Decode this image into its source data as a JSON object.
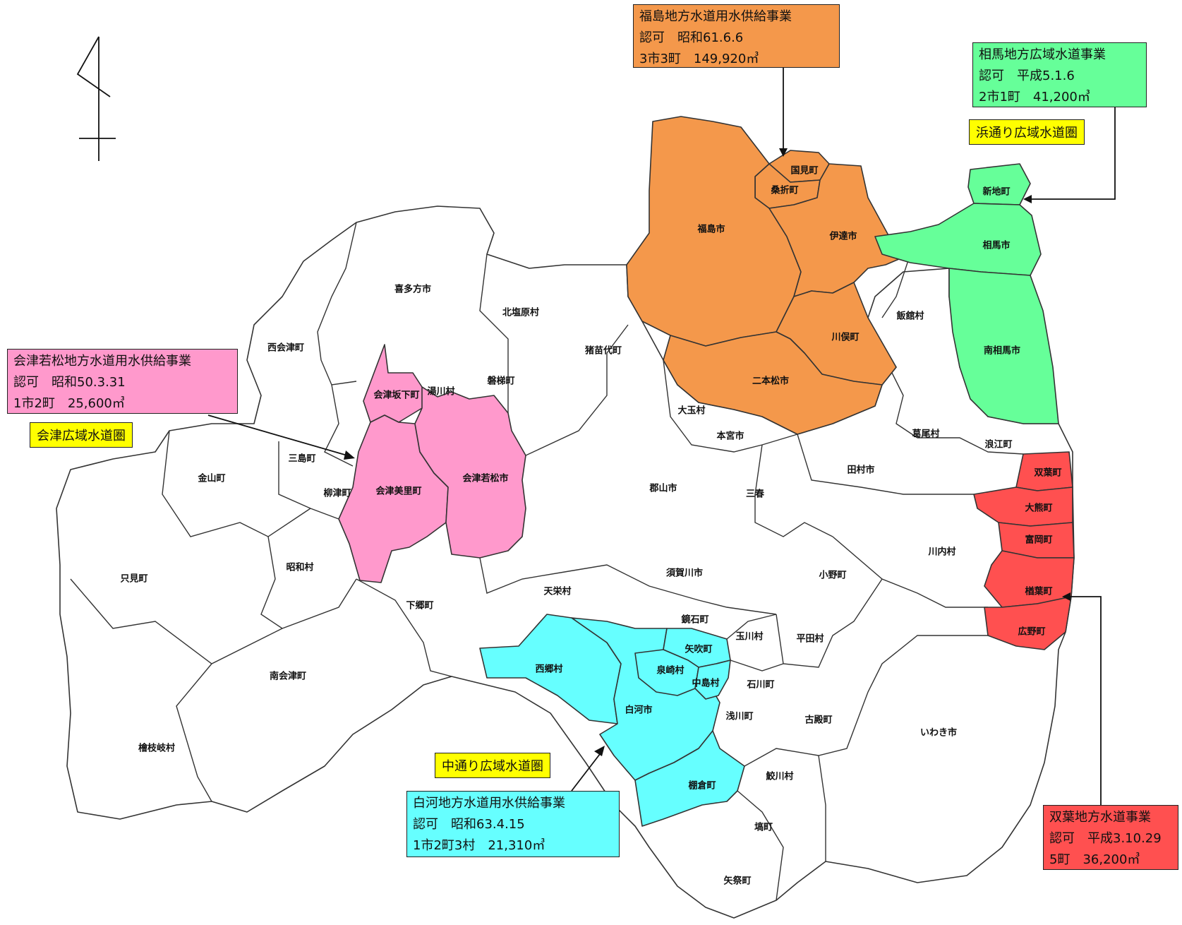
{
  "colors": {
    "fukushima": "#f4984b",
    "soma": "#66ff99",
    "aizu": "#ff99cc",
    "shirakawa": "#66ffff",
    "futaba": "#ff5050",
    "other": "#ffffff",
    "region_label": "#ffff00"
  },
  "compass_icon": "north-arrow-icon",
  "supply_projects": {
    "fukushima": {
      "name": "福島地方水道用水供給事業",
      "approval": "認可　昭和61.6.6",
      "scale": "3市3町　149,920㎥"
    },
    "soma": {
      "name": "相馬地方広域水道事業",
      "approval": "認可　平成5.1.6",
      "scale": "2市1町　41,200㎥"
    },
    "aizu": {
      "name": "会津若松地方水道用水供給事業",
      "approval": "認可　昭和50.3.31",
      "scale": "1市2町　25,600㎥"
    },
    "shirakawa": {
      "name": "白河地方水道用水供給事業",
      "approval": "認可　昭和63.4.15",
      "scale": "1市2町3村　21,310㎥"
    },
    "futaba": {
      "name": "双葉地方水道事業",
      "approval": "認可　平成3.10.29",
      "scale": "5町　36,200㎥"
    }
  },
  "regions": {
    "hamadori": "浜通り広域水道圏",
    "aizu": "会津広域水道圏",
    "nakadori": "中通り広域水道圏"
  },
  "municipalities": [
    {
      "name": "国見町",
      "group": "fukushima"
    },
    {
      "name": "桑折町",
      "group": "fukushima"
    },
    {
      "name": "福島市",
      "group": "fukushima"
    },
    {
      "name": "伊達市",
      "group": "fukushima"
    },
    {
      "name": "川俣町",
      "group": "fukushima"
    },
    {
      "name": "二本松市",
      "group": "fukushima"
    },
    {
      "name": "新地町",
      "group": "soma"
    },
    {
      "name": "相馬市",
      "group": "soma"
    },
    {
      "name": "南相馬市",
      "group": "soma"
    },
    {
      "name": "会津坂下町",
      "group": "aizu"
    },
    {
      "name": "会津美里町",
      "group": "aizu"
    },
    {
      "name": "会津若松市",
      "group": "aizu"
    },
    {
      "name": "西郷村",
      "group": "shirakawa"
    },
    {
      "name": "白河市",
      "group": "shirakawa"
    },
    {
      "name": "矢吹町",
      "group": "shirakawa"
    },
    {
      "name": "泉崎村",
      "group": "shirakawa"
    },
    {
      "name": "中島村",
      "group": "shirakawa"
    },
    {
      "name": "棚倉町",
      "group": "shirakawa"
    },
    {
      "name": "双葉町",
      "group": "futaba"
    },
    {
      "name": "大熊町",
      "group": "futaba"
    },
    {
      "name": "富岡町",
      "group": "futaba"
    },
    {
      "name": "楢葉町",
      "group": "futaba"
    },
    {
      "name": "広野町",
      "group": "futaba"
    },
    {
      "name": "喜多方市",
      "group": "other"
    },
    {
      "name": "北塩原村",
      "group": "other"
    },
    {
      "name": "西会津町",
      "group": "other"
    },
    {
      "name": "湯川村",
      "group": "other"
    },
    {
      "name": "磐梯町",
      "group": "other"
    },
    {
      "name": "猪苗代町",
      "group": "other"
    },
    {
      "name": "飯舘村",
      "group": "other"
    },
    {
      "name": "大玉村",
      "group": "other"
    },
    {
      "name": "本宮市",
      "group": "other"
    },
    {
      "name": "葛尾村",
      "group": "other"
    },
    {
      "name": "浪江町",
      "group": "other"
    },
    {
      "name": "三島町",
      "group": "other"
    },
    {
      "name": "金山町",
      "group": "other"
    },
    {
      "name": "柳津町",
      "group": "other"
    },
    {
      "name": "郡山市",
      "group": "other"
    },
    {
      "name": "田村市",
      "group": "other"
    },
    {
      "name": "三春",
      "group": "other"
    },
    {
      "name": "川内村",
      "group": "other"
    },
    {
      "name": "只見町",
      "group": "other"
    },
    {
      "name": "昭和村",
      "group": "other"
    },
    {
      "name": "天栄村",
      "group": "other"
    },
    {
      "name": "須賀川市",
      "group": "other"
    },
    {
      "name": "小野町",
      "group": "other"
    },
    {
      "name": "下郷町",
      "group": "other"
    },
    {
      "name": "鏡石町",
      "group": "other"
    },
    {
      "name": "玉川村",
      "group": "other"
    },
    {
      "name": "平田村",
      "group": "other"
    },
    {
      "name": "南会津町",
      "group": "other"
    },
    {
      "name": "石川町",
      "group": "other"
    },
    {
      "name": "浅川町",
      "group": "other"
    },
    {
      "name": "古殿町",
      "group": "other"
    },
    {
      "name": "いわき市",
      "group": "other"
    },
    {
      "name": "檜枝岐村",
      "group": "other"
    },
    {
      "name": "鮫川村",
      "group": "other"
    },
    {
      "name": "塙町",
      "group": "other"
    },
    {
      "name": "矢祭町",
      "group": "other"
    }
  ]
}
